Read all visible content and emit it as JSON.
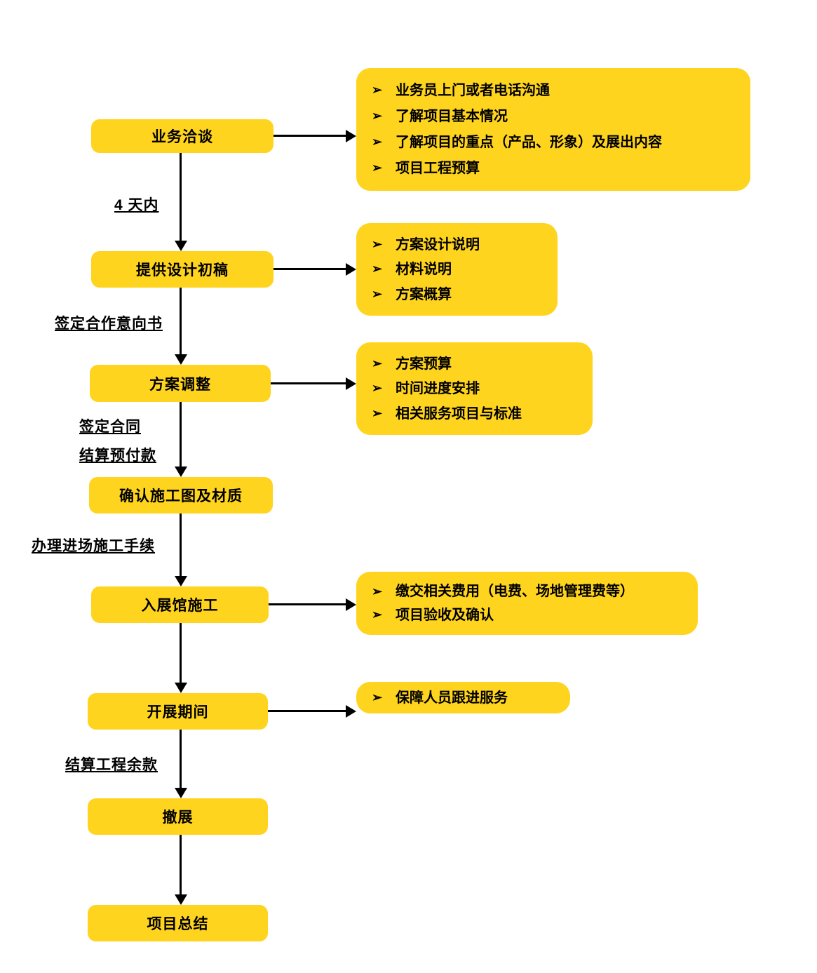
{
  "diagram": {
    "bullet": "➢",
    "colors": {
      "box_fill": "#FFD41E",
      "arrow": "#000000",
      "text": "#000000",
      "background": "#FFFFFF"
    },
    "flow_steps": [
      {
        "label": "业务洽谈"
      },
      {
        "label": "提供设计初稿"
      },
      {
        "label": "方案调整"
      },
      {
        "label": "确认施工图及材质"
      },
      {
        "label": "入展馆施工"
      },
      {
        "label": "开展期间"
      },
      {
        "label": "撤展"
      },
      {
        "label": "项目总结"
      }
    ],
    "edge_labels": [
      {
        "label": "4 天内"
      },
      {
        "label": "签定合作意向书"
      },
      {
        "label": "签定合同"
      },
      {
        "label": "结算预付款"
      },
      {
        "label": "办理进场施工手续"
      },
      {
        "label": "结算工程余款"
      }
    ],
    "detail_boxes": [
      {
        "items": [
          "业务员上门或者电话沟通",
          "了解项目基本情况",
          "了解项目的重点（产品、形象）及展出内容",
          "项目工程预算"
        ]
      },
      {
        "items": [
          "方案设计说明",
          "材料说明",
          "方案概算"
        ]
      },
      {
        "items": [
          "方案预算",
          "时间进度安排",
          "相关服务项目与标准"
        ]
      },
      {
        "items": [
          "缴交相关费用（电费、场地管理费等）",
          "项目验收及确认"
        ]
      },
      {
        "items": [
          "保障人员跟进服务"
        ]
      }
    ]
  }
}
